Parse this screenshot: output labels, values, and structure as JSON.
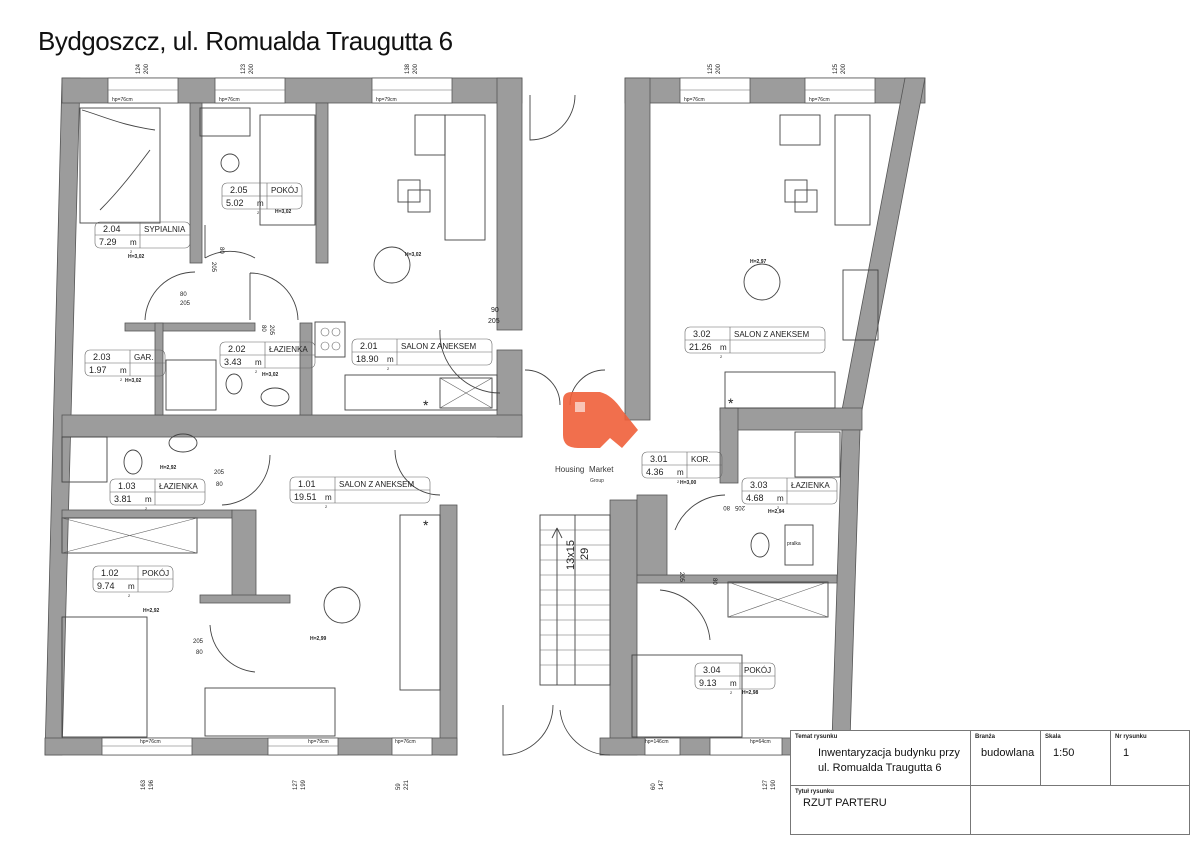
{
  "title": "Bydgoszcz, ul. Romualda Traugutta 6",
  "rooms": [
    {
      "no": "2.04",
      "name": "SYPIALNIA",
      "area": "7.29",
      "h": "H=3,02"
    },
    {
      "no": "2.05",
      "name": "POKÓJ",
      "area": "5.02",
      "h": "H=3,02"
    },
    {
      "no": "2.03",
      "name": "GAR.",
      "area": "1.97",
      "h": "H=3,02"
    },
    {
      "no": "2.02",
      "name": "ŁAZIENKA",
      "area": "3.43",
      "h": "H=3,02"
    },
    {
      "no": "2.01",
      "name": "SALON Z ANEKSEM",
      "area": "18.90",
      "h": "H=3,02"
    },
    {
      "no": "1.03",
      "name": "ŁAZIENKA",
      "area": "3.81",
      "h": "H=2,92"
    },
    {
      "no": "1.01",
      "name": "SALON Z ANEKSEM",
      "area": "19.51",
      "h": "H=2,99"
    },
    {
      "no": "1.02",
      "name": "POKÓJ",
      "area": "9.74",
      "h": "H=2,92"
    },
    {
      "no": "3.01",
      "name": "KOR.",
      "area": "4.36",
      "h": "H=3,00"
    },
    {
      "no": "3.02",
      "name": "SALON Z ANEKSEM",
      "area": "21.26",
      "h": "H=2,97"
    },
    {
      "no": "3.03",
      "name": "ŁAZIENKA",
      "area": "4.68",
      "h": "H=2,94"
    },
    {
      "no": "3.04",
      "name": "POKÓJ",
      "area": "9.13",
      "h": "H=2,98"
    }
  ],
  "area_unit": "m",
  "area_sup": "2",
  "windows_top": [
    {
      "w": "124",
      "h": "200",
      "sill": "hp=76cm"
    },
    {
      "w": "123",
      "h": "200",
      "sill": "hp=76cm"
    },
    {
      "w": "138",
      "h": "200",
      "sill": "hp=79cm"
    },
    {
      "w": "125",
      "h": "200",
      "sill": "hp=76cm"
    },
    {
      "w": "125",
      "h": "200",
      "sill": "hp=76cm"
    }
  ],
  "windows_bottom": [
    {
      "w": "163",
      "h": "196",
      "sill": "hp=76cm"
    },
    {
      "w": "127",
      "h": "199",
      "sill": "hp=79cm"
    },
    {
      "w": "59",
      "h": "221",
      "sill": "hp=76cm"
    },
    {
      "w": "60",
      "h": "147",
      "sill": "hp=146cm"
    },
    {
      "w": "127",
      "h": "190",
      "sill": "hp=64cm"
    }
  ],
  "doors": [
    {
      "w": "80",
      "h": "205"
    },
    {
      "w": "80",
      "h": "205"
    },
    {
      "w": "80",
      "h": "205"
    },
    {
      "w": "90",
      "h": "205"
    },
    {
      "w": "80",
      "h": "205"
    },
    {
      "w": "80",
      "h": "205"
    },
    {
      "w": "80",
      "h": "205"
    },
    {
      "w": "80",
      "h": "205"
    }
  ],
  "stairs": {
    "steps": "13x15",
    "width": "29"
  },
  "extra_label": "pralka",
  "logo": {
    "text1": "Housing",
    "text2": "Market",
    "sub": "Group",
    "color": "#f0603a"
  },
  "title_block": {
    "subject_label": "Temat rysunku",
    "subject_line1": "Inwentaryzacja budynku przy",
    "subject_line2": "ul. Romualda Traugutta 6",
    "branch_label": "Branża",
    "branch": "budowlana",
    "scale_label": "Skala",
    "scale": "1:50",
    "number_label": "Nr rysunku",
    "number": "1",
    "drawing_title_label": "Tytuł rysunku",
    "drawing_title": "RZUT PARTERU"
  }
}
